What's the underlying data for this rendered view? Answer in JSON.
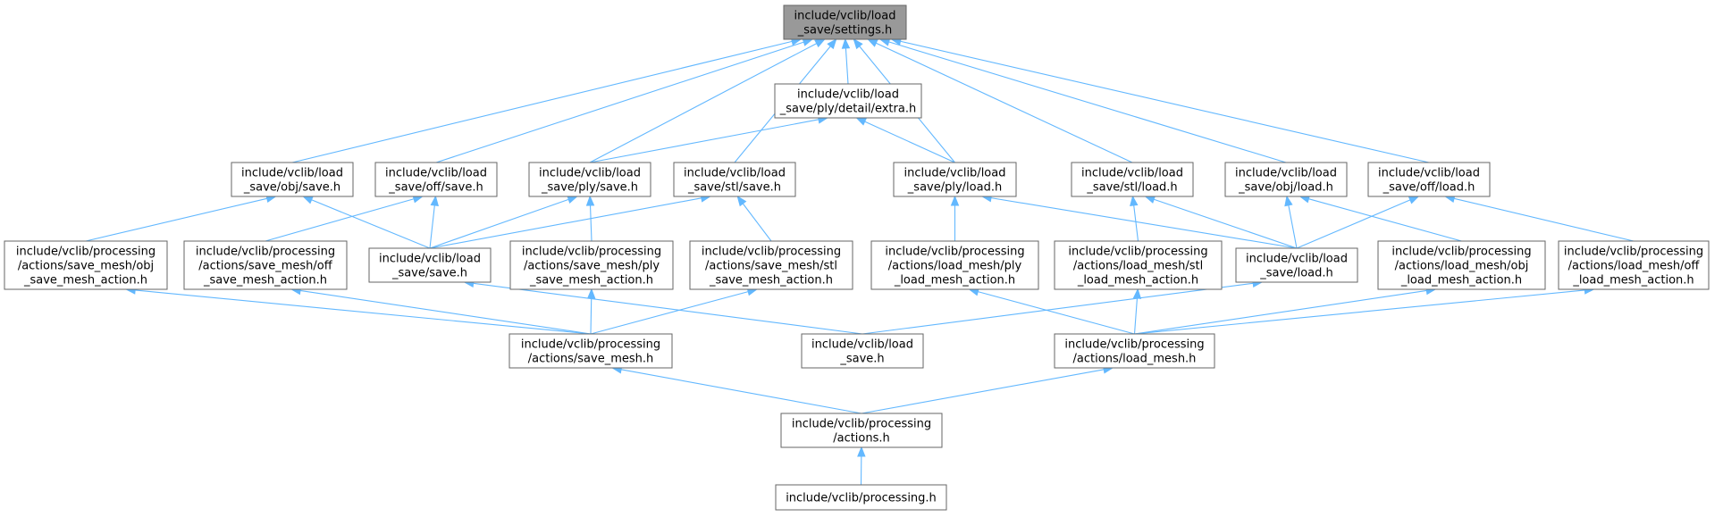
{
  "graph": {
    "nodes": [
      {
        "id": "settings",
        "lines": [
          "include/vclib/load",
          "_save/settings.h"
        ],
        "root": true
      },
      {
        "id": "extra",
        "lines": [
          "include/vclib/load",
          "_save/ply/detail/extra.h"
        ]
      },
      {
        "id": "obj_save",
        "lines": [
          "include/vclib/load",
          "_save/obj/save.h"
        ]
      },
      {
        "id": "off_save",
        "lines": [
          "include/vclib/load",
          "_save/off/save.h"
        ]
      },
      {
        "id": "ply_save",
        "lines": [
          "include/vclib/load",
          "_save/ply/save.h"
        ]
      },
      {
        "id": "stl_save",
        "lines": [
          "include/vclib/load",
          "_save/stl/save.h"
        ]
      },
      {
        "id": "ply_load",
        "lines": [
          "include/vclib/load",
          "_save/ply/load.h"
        ]
      },
      {
        "id": "stl_load",
        "lines": [
          "include/vclib/load",
          "_save/stl/load.h"
        ]
      },
      {
        "id": "obj_load",
        "lines": [
          "include/vclib/load",
          "_save/obj/load.h"
        ]
      },
      {
        "id": "off_load",
        "lines": [
          "include/vclib/load",
          "_save/off/load.h"
        ]
      },
      {
        "id": "sm_obj",
        "lines": [
          "include/vclib/processing",
          "/actions/save_mesh/obj",
          "_save_mesh_action.h"
        ]
      },
      {
        "id": "sm_off",
        "lines": [
          "include/vclib/processing",
          "/actions/save_mesh/off",
          "_save_mesh_action.h"
        ]
      },
      {
        "id": "save_h",
        "lines": [
          "include/vclib/load",
          "_save/save.h"
        ]
      },
      {
        "id": "sm_ply",
        "lines": [
          "include/vclib/processing",
          "/actions/save_mesh/ply",
          "_save_mesh_action.h"
        ]
      },
      {
        "id": "sm_stl",
        "lines": [
          "include/vclib/processing",
          "/actions/save_mesh/stl",
          "_save_mesh_action.h"
        ]
      },
      {
        "id": "lm_ply",
        "lines": [
          "include/vclib/processing",
          "/actions/load_mesh/ply",
          "_load_mesh_action.h"
        ]
      },
      {
        "id": "lm_stl",
        "lines": [
          "include/vclib/processing",
          "/actions/load_mesh/stl",
          "_load_mesh_action.h"
        ]
      },
      {
        "id": "load_h",
        "lines": [
          "include/vclib/load",
          "_save/load.h"
        ]
      },
      {
        "id": "lm_obj",
        "lines": [
          "include/vclib/processing",
          "/actions/load_mesh/obj",
          "_load_mesh_action.h"
        ]
      },
      {
        "id": "lm_off",
        "lines": [
          "include/vclib/processing",
          "/actions/load_mesh/off",
          "_load_mesh_action.h"
        ]
      },
      {
        "id": "save_mesh",
        "lines": [
          "include/vclib/processing",
          "/actions/save_mesh.h"
        ]
      },
      {
        "id": "load_save",
        "lines": [
          "include/vclib/load",
          "_save.h"
        ]
      },
      {
        "id": "load_mesh",
        "lines": [
          "include/vclib/processing",
          "/actions/load_mesh.h"
        ]
      },
      {
        "id": "actions",
        "lines": [
          "include/vclib/processing",
          "/actions.h"
        ]
      },
      {
        "id": "processing",
        "lines": [
          "include/vclib/processing.h"
        ]
      }
    ],
    "edges": [
      {
        "from": "extra",
        "to": "settings"
      },
      {
        "from": "obj_save",
        "to": "settings"
      },
      {
        "from": "off_save",
        "to": "settings"
      },
      {
        "from": "ply_save",
        "to": "settings"
      },
      {
        "from": "stl_save",
        "to": "settings"
      },
      {
        "from": "ply_load",
        "to": "settings"
      },
      {
        "from": "stl_load",
        "to": "settings"
      },
      {
        "from": "obj_load",
        "to": "settings"
      },
      {
        "from": "off_load",
        "to": "settings"
      },
      {
        "from": "ply_save",
        "to": "extra"
      },
      {
        "from": "ply_load",
        "to": "extra"
      },
      {
        "from": "sm_obj",
        "to": "obj_save"
      },
      {
        "from": "save_h",
        "to": "obj_save"
      },
      {
        "from": "sm_off",
        "to": "off_save"
      },
      {
        "from": "save_h",
        "to": "off_save"
      },
      {
        "from": "save_h",
        "to": "ply_save"
      },
      {
        "from": "sm_ply",
        "to": "ply_save"
      },
      {
        "from": "save_h",
        "to": "stl_save"
      },
      {
        "from": "sm_stl",
        "to": "stl_save"
      },
      {
        "from": "lm_ply",
        "to": "ply_load"
      },
      {
        "from": "load_h",
        "to": "ply_load"
      },
      {
        "from": "lm_stl",
        "to": "stl_load"
      },
      {
        "from": "load_h",
        "to": "stl_load"
      },
      {
        "from": "load_h",
        "to": "obj_load"
      },
      {
        "from": "lm_obj",
        "to": "obj_load"
      },
      {
        "from": "load_h",
        "to": "off_load"
      },
      {
        "from": "lm_off",
        "to": "off_load"
      },
      {
        "from": "save_mesh",
        "to": "sm_obj"
      },
      {
        "from": "save_mesh",
        "to": "sm_off"
      },
      {
        "from": "save_mesh",
        "to": "sm_ply"
      },
      {
        "from": "save_mesh",
        "to": "sm_stl"
      },
      {
        "from": "load_save",
        "to": "save_h"
      },
      {
        "from": "load_save",
        "to": "load_h"
      },
      {
        "from": "load_mesh",
        "to": "lm_ply"
      },
      {
        "from": "load_mesh",
        "to": "lm_stl"
      },
      {
        "from": "load_mesh",
        "to": "lm_obj"
      },
      {
        "from": "load_mesh",
        "to": "lm_off"
      },
      {
        "from": "actions",
        "to": "save_mesh"
      },
      {
        "from": "actions",
        "to": "load_mesh"
      },
      {
        "from": "processing",
        "to": "actions"
      }
    ],
    "colors": {
      "edge": "#63b8ff",
      "node_border": "#666666",
      "root_fill": "#999999",
      "node_fill": "#ffffff"
    }
  }
}
